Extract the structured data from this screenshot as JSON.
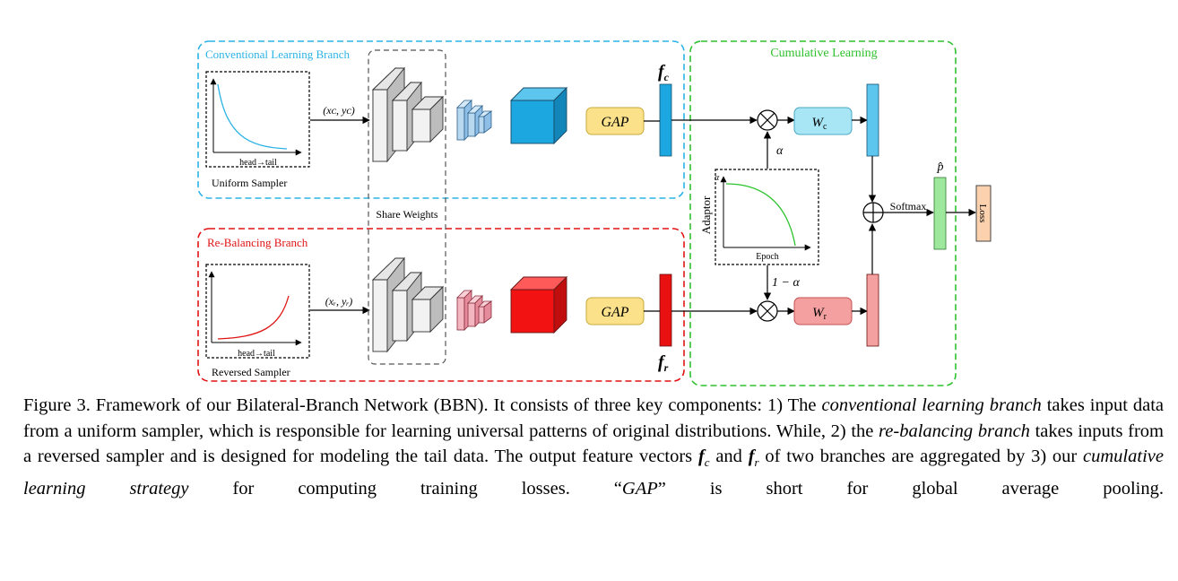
{
  "diagram": {
    "conventional_branch_label": "Conventional Learning Branch",
    "rebalancing_branch_label": "Re-Balancing Branch",
    "cumulative_label": "Cumulative Learning",
    "uniform_sampler_label": "Uniform Sampler",
    "reversed_sampler_label": "Reversed Sampler",
    "head_tail_label": "head→tail",
    "share_weights_label": "Share Weights",
    "xc_yc_label": "(xᴄ, yᴄ)",
    "xr_yr_label": "(xᵣ, yᵣ)",
    "gap_label": "GAP",
    "fc_label": "f",
    "fc_sub": "c",
    "fr_label": "f",
    "fr_sub": "r",
    "wc_label": "W",
    "wc_sub": "c",
    "wr_label": "W",
    "wr_sub": "r",
    "alpha_label": "α",
    "one_minus_alpha_label": "1 − α",
    "adaptor_label": "Adaptor",
    "epoch_label": "Epoch",
    "adaptor_axis_label": "α",
    "softmax_label": "Softmax",
    "p_hat_label": "p̂",
    "loss_label": "Loss",
    "colors": {
      "conventional": "#2bb3e6",
      "rebalancing": "#e01414",
      "cumulative": "#2ec22e",
      "gap_fill": "#fbe28a",
      "wc_fill": "#a8e6f5",
      "wr_fill": "#f5a0a0",
      "softmax_bar": "#9ee89e",
      "loss_fill": "#fbd1ae"
    }
  },
  "caption": {
    "p1": "Figure 3. Framework of our Bilateral-Branch Network (BBN). It consists of three key components: 1) The ",
    "p1_em": "conventional learning branch",
    "p2": " takes input data from a uniform sampler, which is responsible for learning universal patterns of original distributions. While, 2) the ",
    "p2_em": "re-balancing branch",
    "p3": " takes inputs from a reversed sampler and is designed for modeling the tail data. The output feature vectors ",
    "fc_f": "f",
    "fc_s": "c",
    "and": " and ",
    "fr_f": "f",
    "fr_s": "r",
    "p4": " of two branches are aggregated by 3) our ",
    "p4_em": "cumulative learning strategy",
    "p5": " for computing training losses. “",
    "gap_em": "GAP",
    "p6": "” is short for global average pooling."
  }
}
